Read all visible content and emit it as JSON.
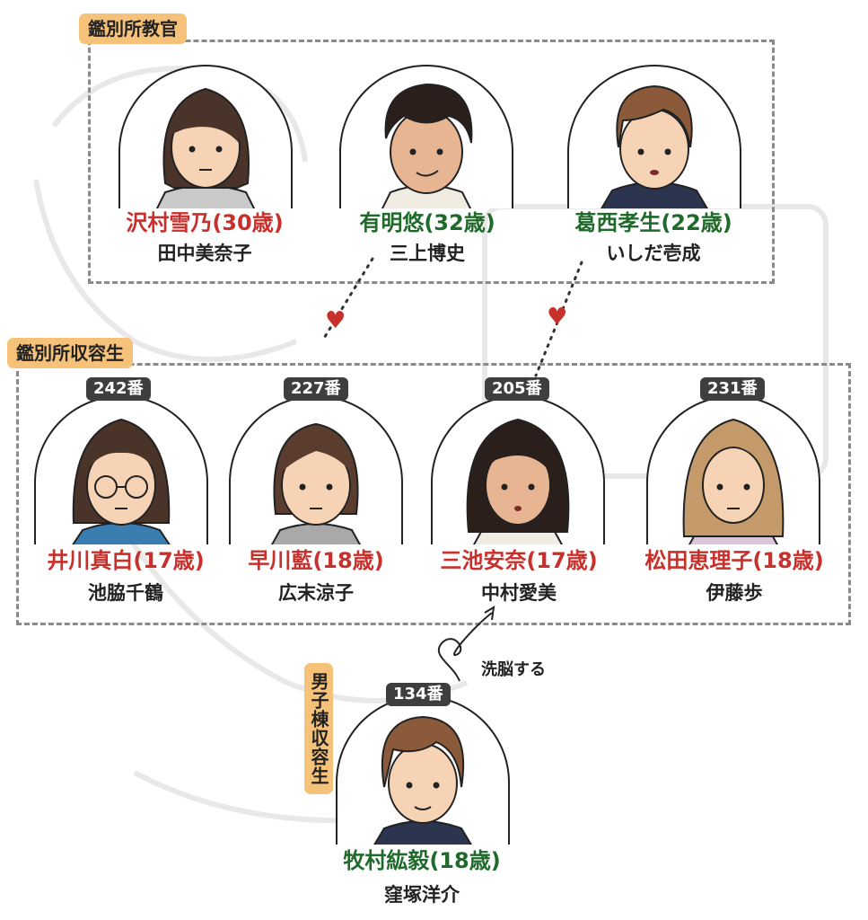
{
  "sections": {
    "staff": "鑑別所教官",
    "inmates": "鑑別所収容生",
    "male": "男子棟収容生"
  },
  "staff": [
    {
      "role": "沢村雪乃(30歳)",
      "actor": "田中美奈子",
      "color": "#c8302c"
    },
    {
      "role": "有明悠(32歳)",
      "actor": "三上博史",
      "color": "#1f6a2a"
    },
    {
      "role": "葛西孝生(22歳)",
      "actor": "いしだ壱成",
      "color": "#1f6a2a"
    }
  ],
  "inmates": [
    {
      "number": "242番",
      "role": "井川真白(17歳)",
      "actor": "池脇千鶴",
      "color": "#c8302c"
    },
    {
      "number": "227番",
      "role": "早川藍(18歳)",
      "actor": "広末涼子",
      "color": "#c8302c"
    },
    {
      "number": "205番",
      "role": "三池安奈(17歳)",
      "actor": "中村愛美",
      "color": "#c8302c"
    },
    {
      "number": "231番",
      "role": "松田恵理子(18歳)",
      "actor": "伊藤歩",
      "color": "#c8302c"
    }
  ],
  "male": {
    "number": "134番",
    "role": "牧村紘毅(18歳)",
    "actor": "窪塚洋介",
    "color": "#1f6a2a"
  },
  "annotation": "洗脳する",
  "heart": "♥"
}
